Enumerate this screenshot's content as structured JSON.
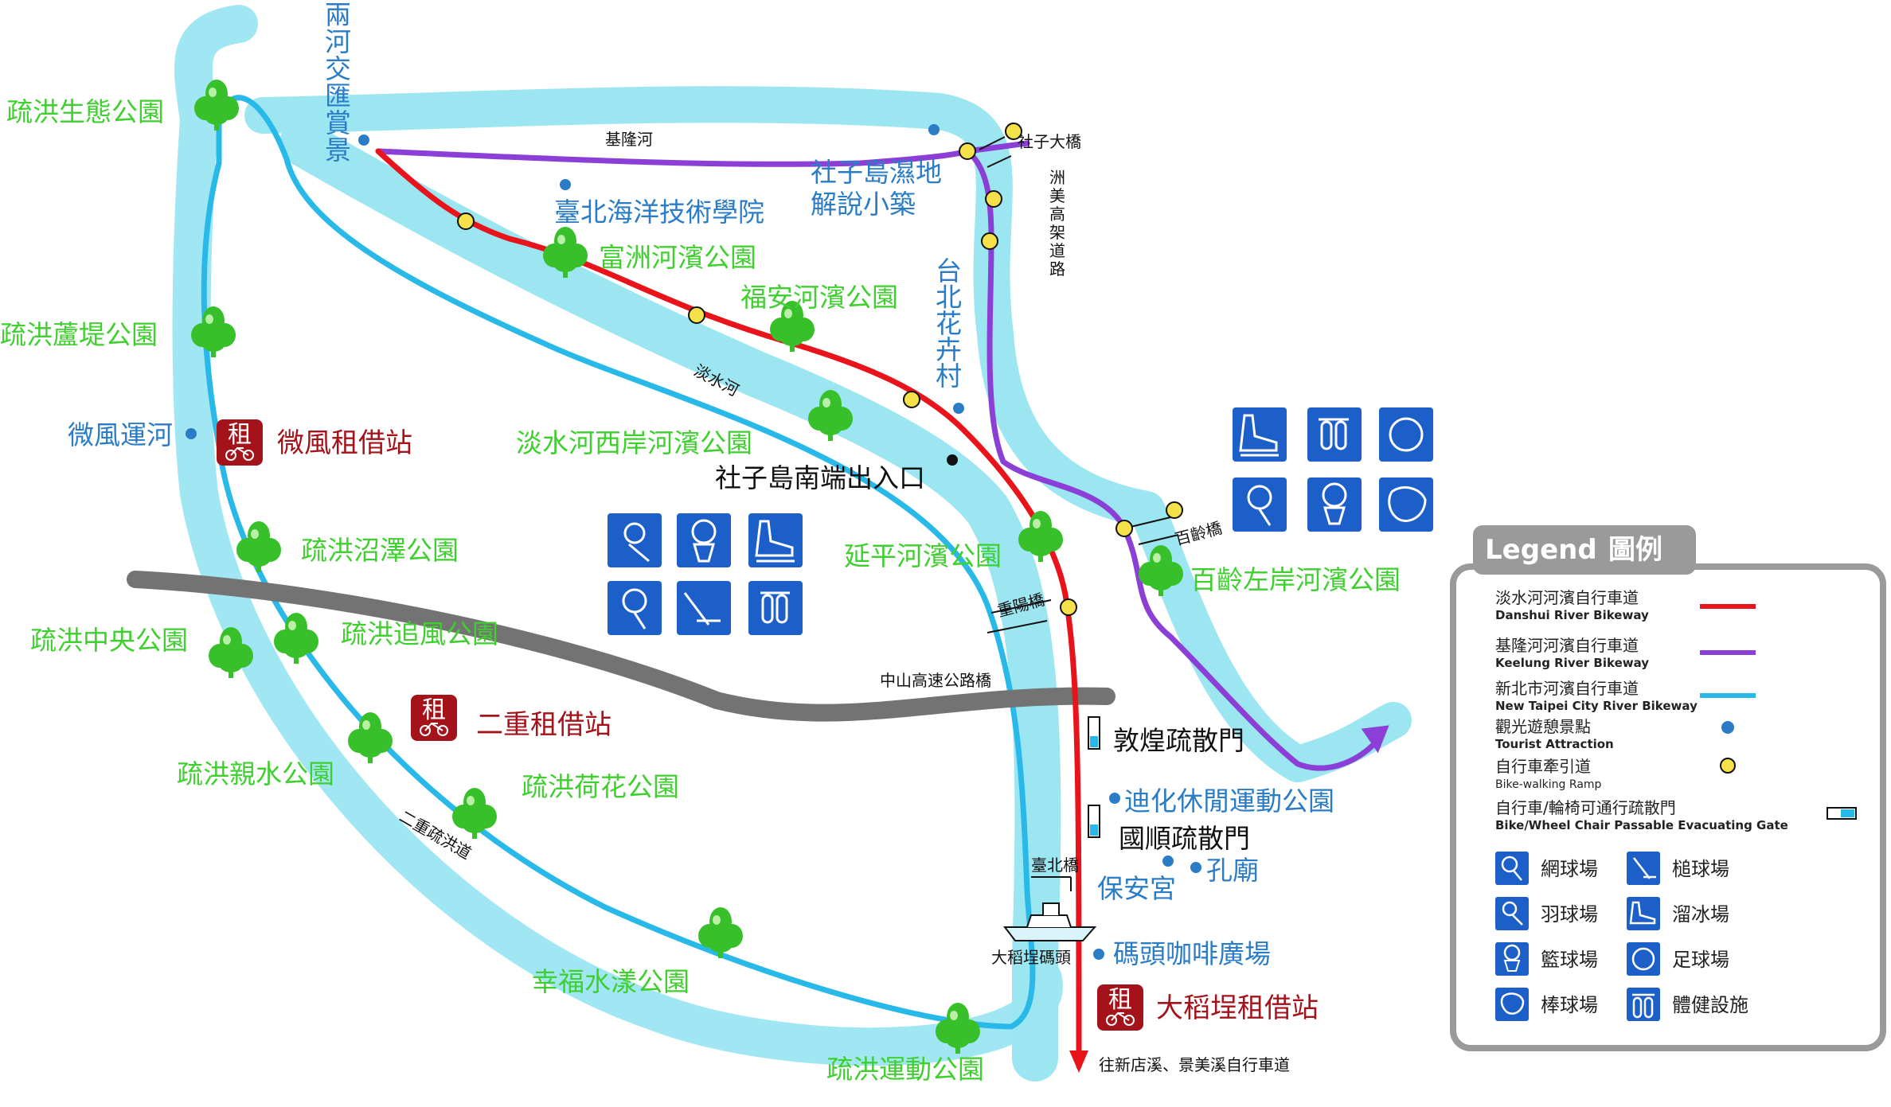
{
  "colors": {
    "danshui_bikeway": "#e8131b",
    "keelung_bikeway": "#8b3fd6",
    "new_taipei_bikeway": "#29b9e8",
    "river": "#9ce6f2",
    "tourist_dot": "#2b7cc7",
    "ramp": "#f5e14a",
    "park_label": "#3fcf2f",
    "rental": "#a4121a",
    "highway": "#737373",
    "sport_icon_bg": "#1c5fc9"
  },
  "rivers": {
    "tamsui": "淡水河",
    "keelung": "基隆河",
    "confluence": "兩河交匯賞景"
  },
  "roads": {
    "zhongshan_bridge": "中山高速公路橋",
    "erchong_floodway": "二重疏洪道",
    "zhouzi_expressway": "洲美高架道路",
    "shezi_bridge": "社子大橋",
    "bailing_bridge": "百齡橋",
    "chongyang_bridge": "重陽橋",
    "taipei_bridge": "臺北橋",
    "to_xindian": "往新店溪、景美溪自行車道"
  },
  "parks": [
    {
      "id": "p1",
      "label": "疏洪生態公園"
    },
    {
      "id": "p2",
      "label": "疏洪蘆堤公園"
    },
    {
      "id": "p3",
      "label": "疏洪沼澤公園"
    },
    {
      "id": "p4",
      "label": "疏洪中央公園"
    },
    {
      "id": "p5",
      "label": "疏洪追風公園"
    },
    {
      "id": "p6",
      "label": "疏洪親水公園"
    },
    {
      "id": "p7",
      "label": "疏洪荷花公園"
    },
    {
      "id": "p8",
      "label": "幸福水漾公園"
    },
    {
      "id": "p9",
      "label": "疏洪運動公園"
    },
    {
      "id": "p10",
      "label": "富洲河濱公園"
    },
    {
      "id": "p11",
      "label": "福安河濱公園"
    },
    {
      "id": "p12",
      "label": "淡水河西岸河濱公園"
    },
    {
      "id": "p13",
      "label": "延平河濱公園"
    },
    {
      "id": "p14",
      "label": "百齡左岸河濱公園"
    }
  ],
  "attractions": {
    "weifeng_canal": "微風運河",
    "ocean_college": "臺北海洋技術學院",
    "shezi_wetland": "社子島濕地解說小築",
    "flower_village": "台北花卉村",
    "dihua_park": "迪化休閒運動公園",
    "baoan_temple": "保安宮",
    "confucius_temple": "孔廟",
    "wharf_cafe": "碼頭咖啡廣場",
    "dadaocheng_wharf": "大稻埕碼頭",
    "shezi_south_exit": "社子島南端出入口",
    "dunhuang_gate": "敦煌疏散門",
    "guoshun_gate": "國順疏散門"
  },
  "rental": {
    "char": "租",
    "weifeng": "微風租借站",
    "erchong": "二重租借站",
    "dadaocheng": "大稻埕租借站"
  },
  "legend": {
    "title_en": "Legend",
    "title_zh": "圖例",
    "items": [
      {
        "zh": "淡水河河濱自行車道",
        "en": "Danshui River Bikeway",
        "symbol": "red-line"
      },
      {
        "zh": "基隆河河濱自行車道",
        "en": "Keelung River Bikeway",
        "symbol": "purple-line"
      },
      {
        "zh": "新北市河濱自行車道",
        "en": "New Taipei City River Bikeway",
        "symbol": "cyan-line"
      },
      {
        "zh": "觀光遊憩景點",
        "en": "Tourist Attraction",
        "symbol": "blue-dot"
      },
      {
        "zh": "自行車牽引道",
        "en": "Bike-walking Ramp",
        "symbol": "yellow-dot"
      },
      {
        "zh": "自行車/輪椅可通行疏散門",
        "en": "Bike/Wheel Chair Passable Evacuating Gate",
        "symbol": "gate"
      }
    ],
    "sports": [
      {
        "label": "網球場",
        "icon": "tennis-icon"
      },
      {
        "label": "槌球場",
        "icon": "croquet-icon"
      },
      {
        "label": "羽球場",
        "icon": "badminton-icon"
      },
      {
        "label": "溜冰場",
        "icon": "skate-icon"
      },
      {
        "label": "籃球場",
        "icon": "basketball-icon"
      },
      {
        "label": "足球場",
        "icon": "soccer-icon"
      },
      {
        "label": "棒球場",
        "icon": "baseball-icon"
      },
      {
        "label": "體健設施",
        "icon": "fitness-icon"
      }
    ]
  }
}
